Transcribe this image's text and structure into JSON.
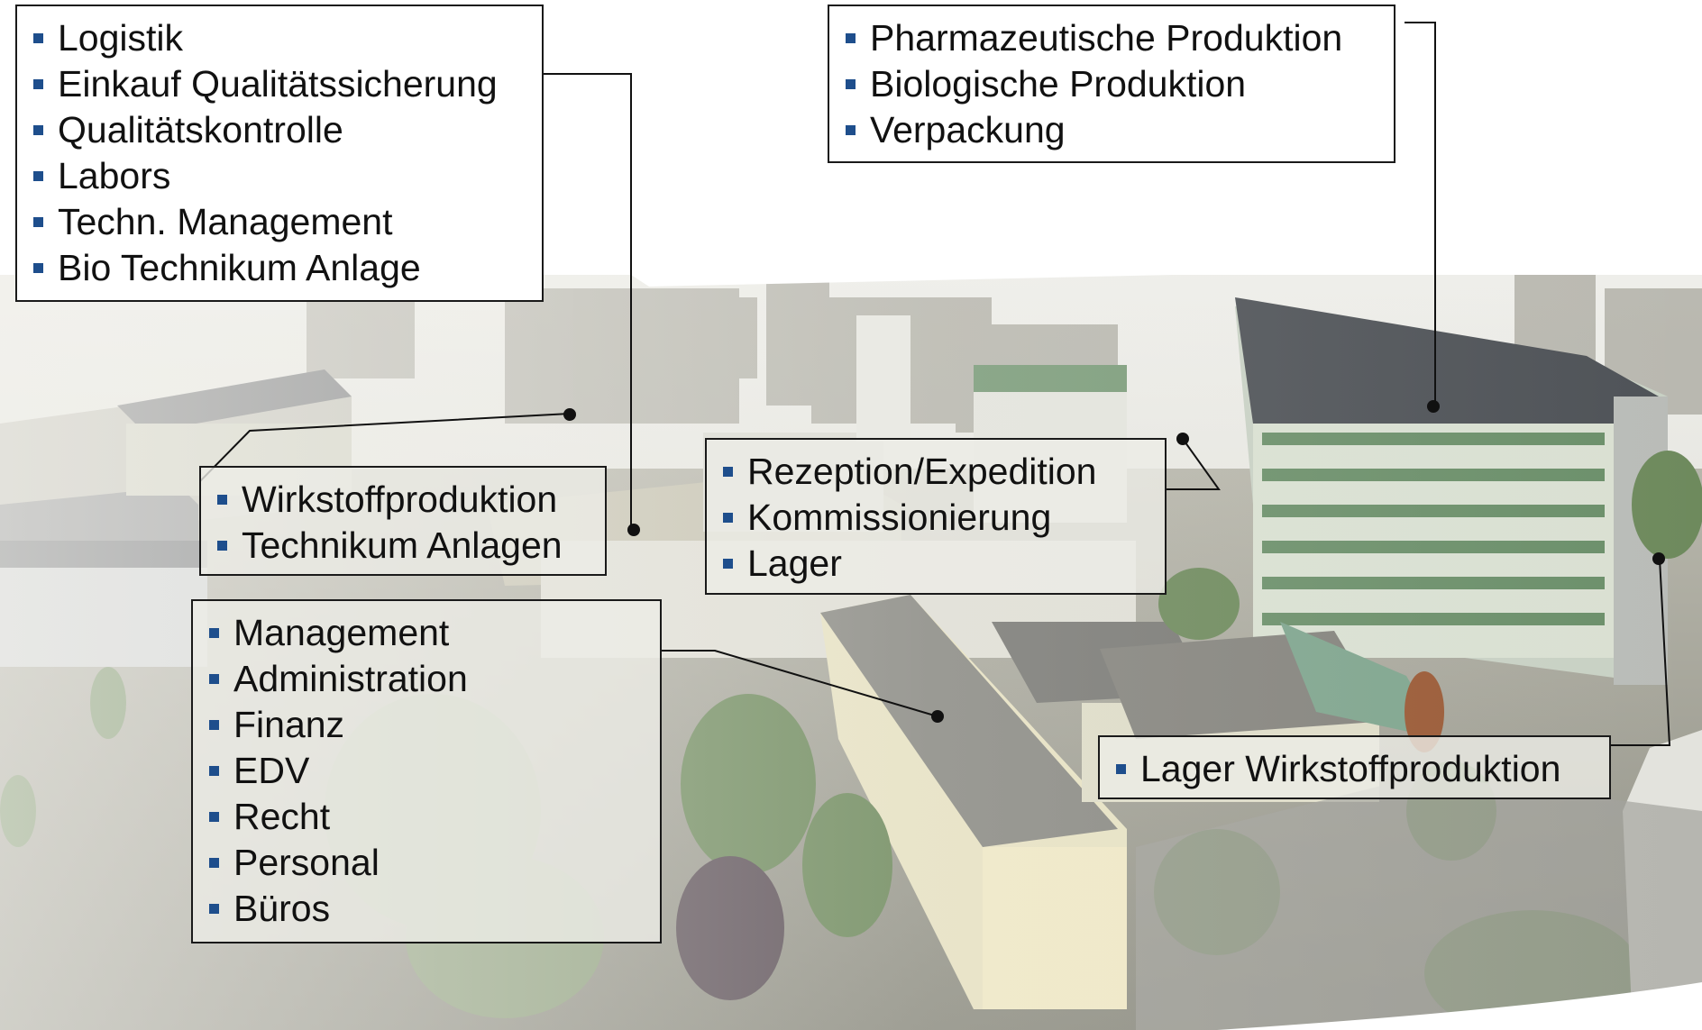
{
  "colors": {
    "bullet": "#1e4e8c",
    "connector": "#111111"
  },
  "boxes": {
    "top_left": {
      "items": [
        "Logistik",
        "Einkauf Qualitätssicherung",
        "Qualitätskontrolle",
        "Labors",
        "Techn. Management",
        "Bio Technikum Anlage"
      ]
    },
    "top_right": {
      "items": [
        "Pharmazeutische Produktion",
        "Biologische Produktion",
        "Verpackung"
      ]
    },
    "wirkstoff": {
      "items": [
        "Wirkstoffproduktion",
        "Technikum Anlagen"
      ]
    },
    "rezeption": {
      "items": [
        "Rezeption/Expedition",
        "Kommissionierung",
        "Lager"
      ]
    },
    "management": {
      "items": [
        "Management",
        "Administration",
        "Finanz",
        "EDV",
        "Recht",
        "Personal",
        "Büros"
      ]
    },
    "lager_wirkstoff": {
      "items": [
        "Lager Wirkstoffproduktion"
      ]
    }
  }
}
